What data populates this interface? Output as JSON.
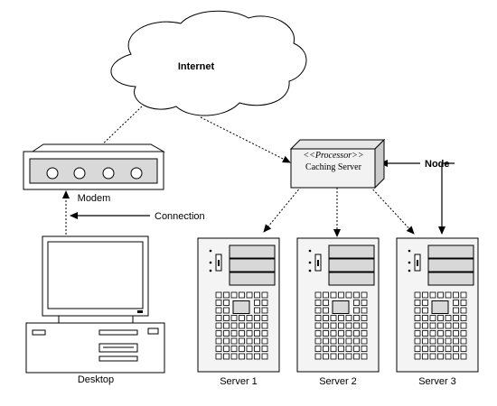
{
  "labels": {
    "internet": "Internet",
    "processor": "<<Processor>>",
    "caching_server": "Caching Server",
    "node": "Node",
    "modem": "Modem",
    "connection": "Connection",
    "desktop": "Desktop",
    "server_1": "Server 1",
    "server_2": "Server 2",
    "server_3": "Server 3"
  },
  "colors": {
    "line": "#000000",
    "device_fill": "#ffffff",
    "server_fill": "#f4f4f4",
    "drive_fill": "#d8d8d8",
    "processor_fill": "#f2f2f2",
    "modem_panel": "#d9d9d9",
    "cloud_fill": "#ffffff"
  },
  "icons": [
    "cloud-icon",
    "modem-icon",
    "desktop-computer-icon",
    "server-tower-icon",
    "processor-node-icon"
  ]
}
